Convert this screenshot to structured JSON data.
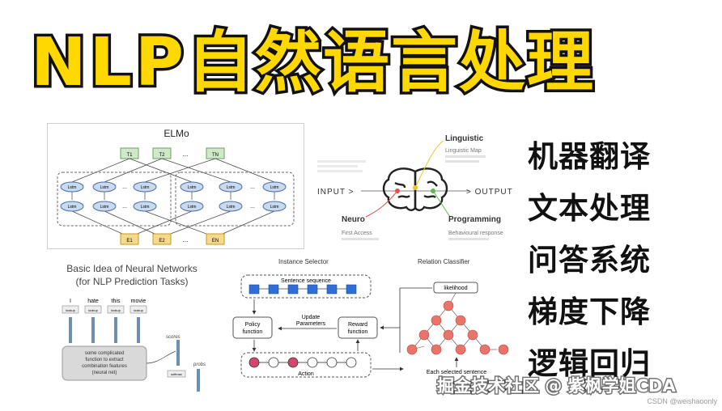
{
  "title": {
    "latin": "NLP",
    "chinese": "自然语言处理"
  },
  "topics": [
    "机器翻译",
    "文本处理",
    "问答系统",
    "梯度下降",
    "逻辑回归"
  ],
  "elmo": {
    "title": "ELMo",
    "lstm_label": "Lstm",
    "ellipsis": "...",
    "t_labels": [
      "T1",
      "T2",
      "TN"
    ],
    "e_labels": [
      "E1",
      "E2",
      "EN"
    ]
  },
  "brain": {
    "input": "INPUT >",
    "output": "> OUTPUT",
    "linguistic": "Linguistic",
    "linguistic_map": "Linguistic Map",
    "neuro": "Neuro",
    "first_access": "First Access",
    "programming": "Programming",
    "behavioural": "Behavioural response"
  },
  "neural_net": {
    "title_line1": "Basic Idea of Neural Networks",
    "title_line2": "(for NLP Prediction Tasks)",
    "words": [
      "I",
      "hate",
      "this",
      "movie"
    ],
    "lookup": "lookup",
    "box_line1": "some complicated",
    "box_line2": "function to extract",
    "box_line3": "combination features",
    "box_line4": "(neural net)",
    "scores": "scores",
    "softmax": "softmax",
    "probs": "probs"
  },
  "relation": {
    "instance_selector": "Instance Selector",
    "relation_classifier": "Relation Classifier",
    "sentence_sequence": "Sentence sequence",
    "policy_line1": "Policy",
    "policy_line2": "function",
    "update_line1": "Update",
    "update_line2": "Parameters",
    "reward_line1": "Reward",
    "reward_line2": "function",
    "action": "Action",
    "likelihood": "likelihood",
    "each_selected": "Each selected sentence"
  },
  "watermark": "掘金技术社区 @ 紫枫学姐CDA",
  "csdn": "CSDN @weishaoonly",
  "colors": {
    "title_fill": "#ffd800",
    "title_stroke": "#111111",
    "lstm_node": "#c9d9ef",
    "t_node": "#cfe8c8",
    "e_node": "#f6d98a",
    "seq_blue": "#2f6fd6",
    "action_pink": "#d2466e",
    "tree_red": "#e8746c",
    "brain_yellow": "#e8c62c",
    "brain_green": "#5cba4c",
    "brain_red": "#e05050"
  }
}
